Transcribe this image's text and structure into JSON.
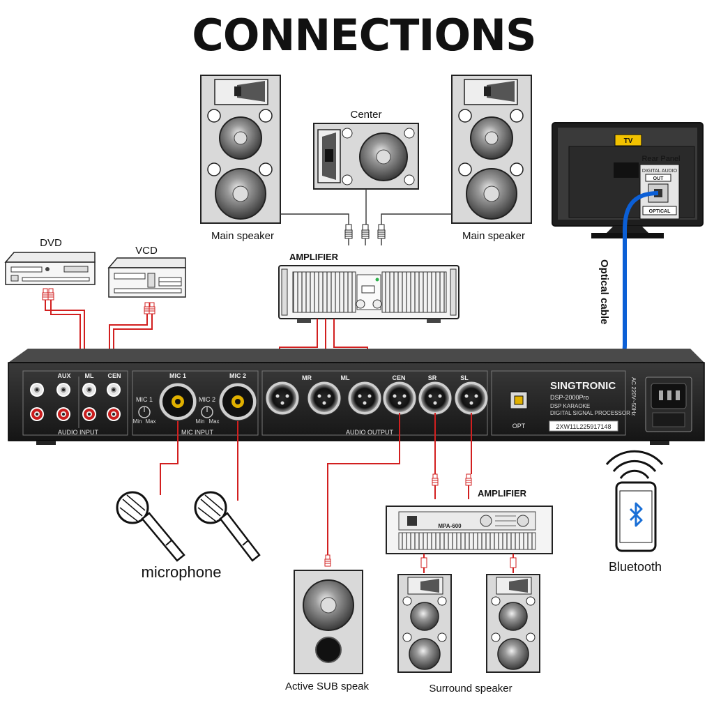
{
  "title": "CONNECTIONS",
  "sources": {
    "dvd": "DVD",
    "vcd": "VCD"
  },
  "speakers": {
    "center": "Center",
    "main_left": "Main speaker",
    "main_right": "Main speaker",
    "sub": "Active SUB speak",
    "surround": "Surround speaker"
  },
  "amplifier_top": {
    "label": "AMPLIFIER"
  },
  "amplifier_bottom": {
    "label": "AMPLIFIER",
    "model": "MPA-600"
  },
  "tv": {
    "badge": "TV",
    "rear_panel": "Rear Panel",
    "digital_audio": "DIGITAL AUDIO",
    "out": "OUT",
    "optical": "OPTICAL"
  },
  "optical_cable": "Optical cable",
  "processor": {
    "brand": "SINGTRONIC",
    "model": "DSP-2000Pro",
    "line1": "DSP KARAOKE",
    "line2": "DIGITAL SIGNAL PROCESSOR",
    "serial": "2XW11L225917148",
    "power": "AC 220V~50Hz",
    "aux": "AUX",
    "ml_in": "ML",
    "cen_in": "CEN",
    "audio_input": "AUDIO INPUT",
    "mic1": "MIC 1",
    "mic2": "MIC 2",
    "mic1_vol": "MIC 1",
    "mic2_vol": "MIC 2",
    "min": "Min",
    "max": "Max",
    "mic_input": "MIC INPUT",
    "out_mr": "MR",
    "out_ml": "ML",
    "out_cen": "CEN",
    "out_sr": "SR",
    "out_sl": "SL",
    "audio_output": "AUDIO OUTPUT",
    "opt": "OPT"
  },
  "microphone": "microphone",
  "bluetooth": "Bluetooth"
}
